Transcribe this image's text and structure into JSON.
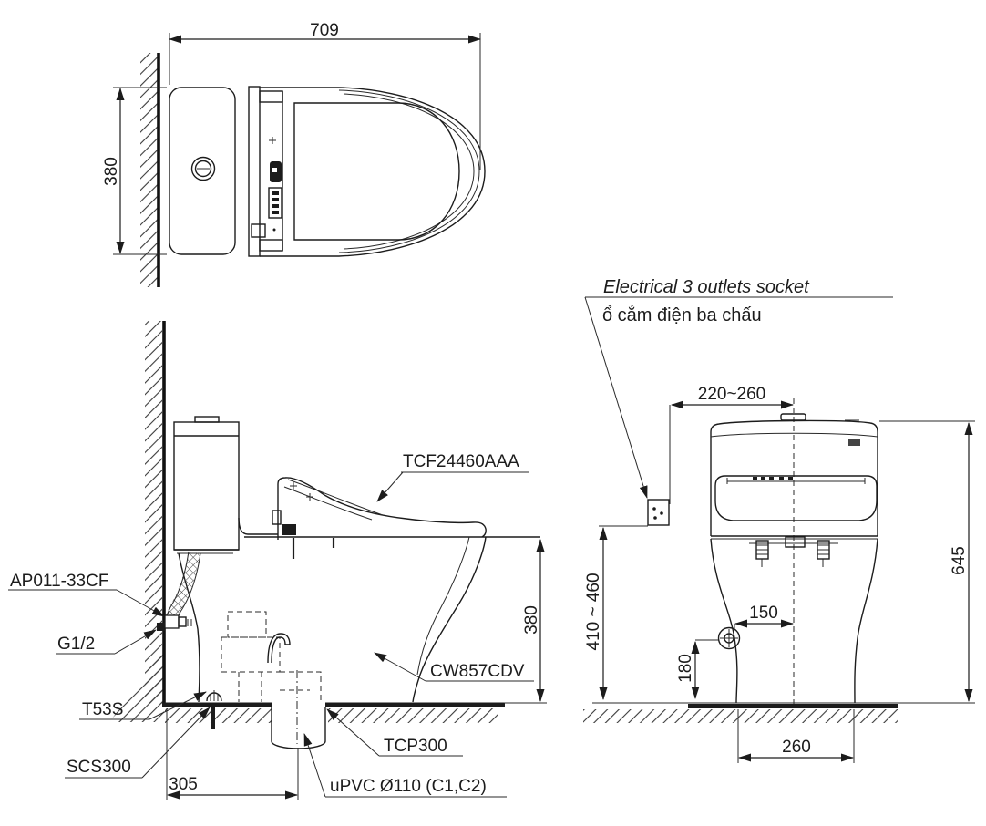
{
  "note": {
    "title_en": "Electrical 3 outlets socket",
    "title_vi": "ổ cắm điện ba chấu"
  },
  "dimensions": {
    "top_width": "709",
    "top_depth": "380",
    "side_seat_height": "380",
    "side_drain_offset": "305",
    "rear_socket_offset": "220~260",
    "rear_total_height": "645",
    "rear_socket_height": "410 ~ 460",
    "rear_supply_offset": "150",
    "rear_supply_height": "180",
    "rear_base_width": "260"
  },
  "parts": {
    "washlet": "TCF24460AAA",
    "inlet_hose": "AP011-33CF",
    "supply_thread": "G1/2",
    "floor_fixing": "T53S",
    "floor_flange": "SCS300",
    "bowl": "CW857CDV",
    "drain_adapter": "TCP300",
    "drain_pipe": "uPVC Ø110 (C1,C2)"
  }
}
